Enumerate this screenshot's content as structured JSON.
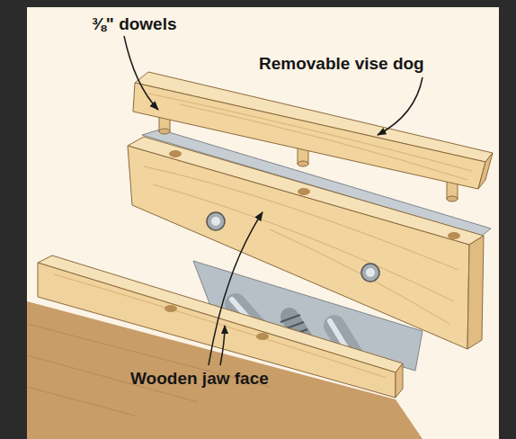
{
  "diagram": {
    "labels": [
      "⅜\" dowels",
      "Removable vise dog",
      "Wooden jaw face"
    ]
  }
}
